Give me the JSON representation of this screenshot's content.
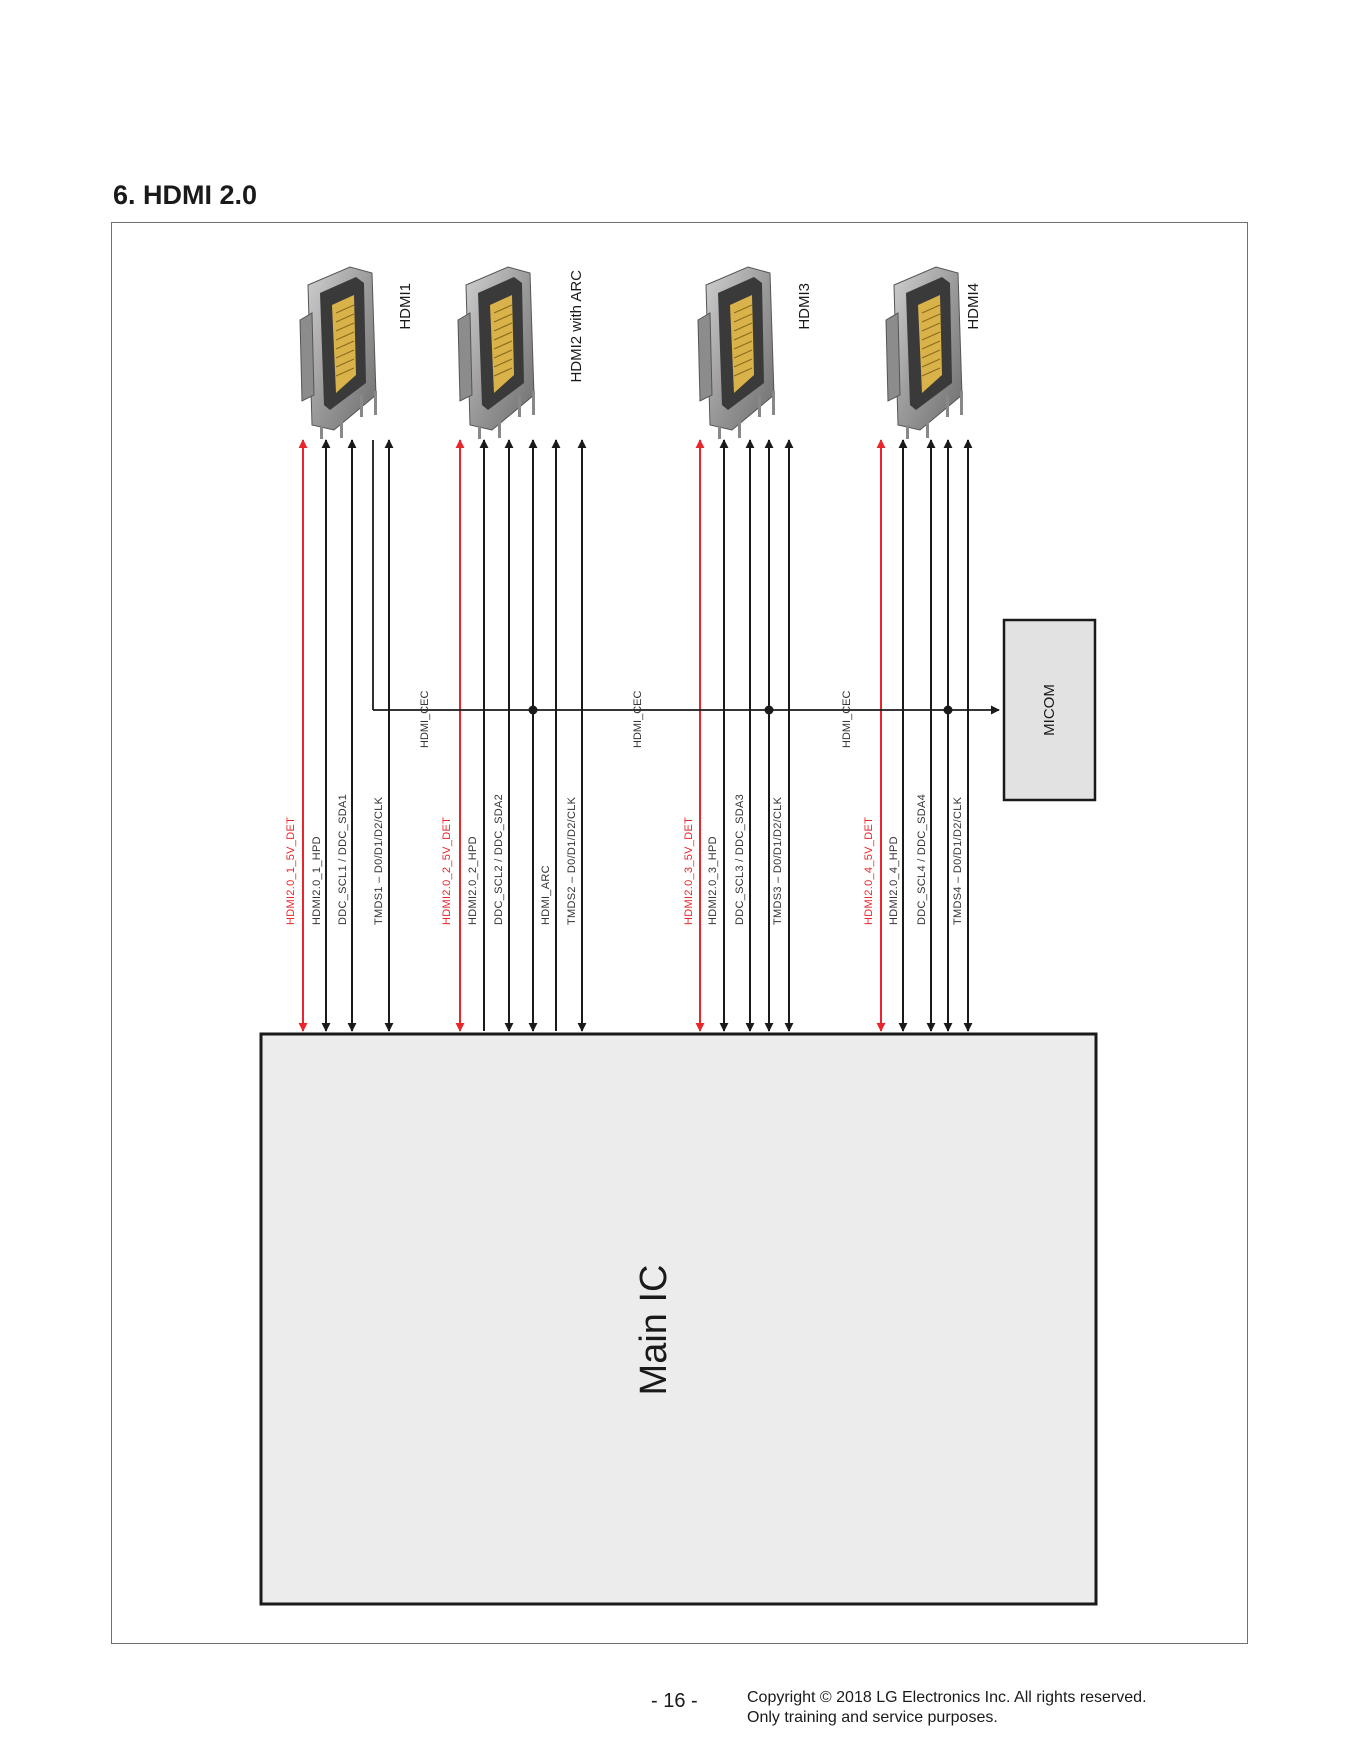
{
  "page": {
    "section_title": "6. HDMI 2.0",
    "page_number": "- 16 -",
    "copyright_line1": "Copyright © 2018 LG Electronics Inc. All rights reserved.",
    "copyright_line2": "Only training and service purposes."
  },
  "diagram": {
    "main_ic_label": "Main IC",
    "micom_label": "MICOM",
    "cec_label": "HDMI_CEC",
    "colors": {
      "det_signal": "#e8262c",
      "signal": "#1a1a1a",
      "main_ic_fill": "#ececec",
      "micom_fill": "#e2e2e2"
    },
    "connectors": [
      {
        "name": "HDMI1",
        "icon": "hdmi-port-icon",
        "signals": [
          "HDMI2.0_1_5V_DET",
          "HDMI2.0_1_HPD",
          "DDC_SCL1 / DDC_SDA1",
          "TMDS1 – D0/D1/D2/CLK"
        ]
      },
      {
        "name": "HDMI2 with ARC",
        "icon": "hdmi-port-icon",
        "signals": [
          "HDMI2.0_2_5V_DET",
          "HDMI2.0_2_HPD",
          "DDC_SCL2 / DDC_SDA2",
          "HDMI_ARC",
          "TMDS2 – D0/D1/D2/CLK"
        ]
      },
      {
        "name": "HDMI3",
        "icon": "hdmi-port-icon",
        "signals": [
          "HDMI2.0_3_5V_DET",
          "HDMI2.0_3_HPD",
          "DDC_SCL3 / DDC_SDA3",
          "TMDS3 – D0/D1/D2/CLK"
        ]
      },
      {
        "name": "HDMI4",
        "icon": "hdmi-port-icon",
        "signals": [
          "HDMI2.0_4_5V_DET",
          "HDMI2.0_4_HPD",
          "DDC_SCL4 / DDC_SDA4",
          "TMDS4 – D0/D1/D2/CLK"
        ]
      }
    ]
  }
}
